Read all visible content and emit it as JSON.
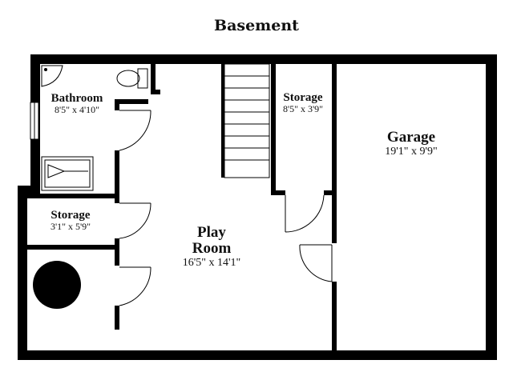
{
  "title": "Basement",
  "rooms": {
    "bathroom": {
      "name": "Bathroom",
      "dims": "8'5\" x 4'10\""
    },
    "storage_upper": {
      "name": "Storage",
      "dims": "8'5\" x 3'9\""
    },
    "garage": {
      "name": "Garage",
      "dims": "19'1\" x 9'9\""
    },
    "storage_left": {
      "name": "Storage",
      "dims": "3'1\" x 5'9\""
    },
    "play_room": {
      "name_line1": "Play",
      "name_line2": "Room",
      "dims": "16'5\" x 14'1\""
    }
  }
}
